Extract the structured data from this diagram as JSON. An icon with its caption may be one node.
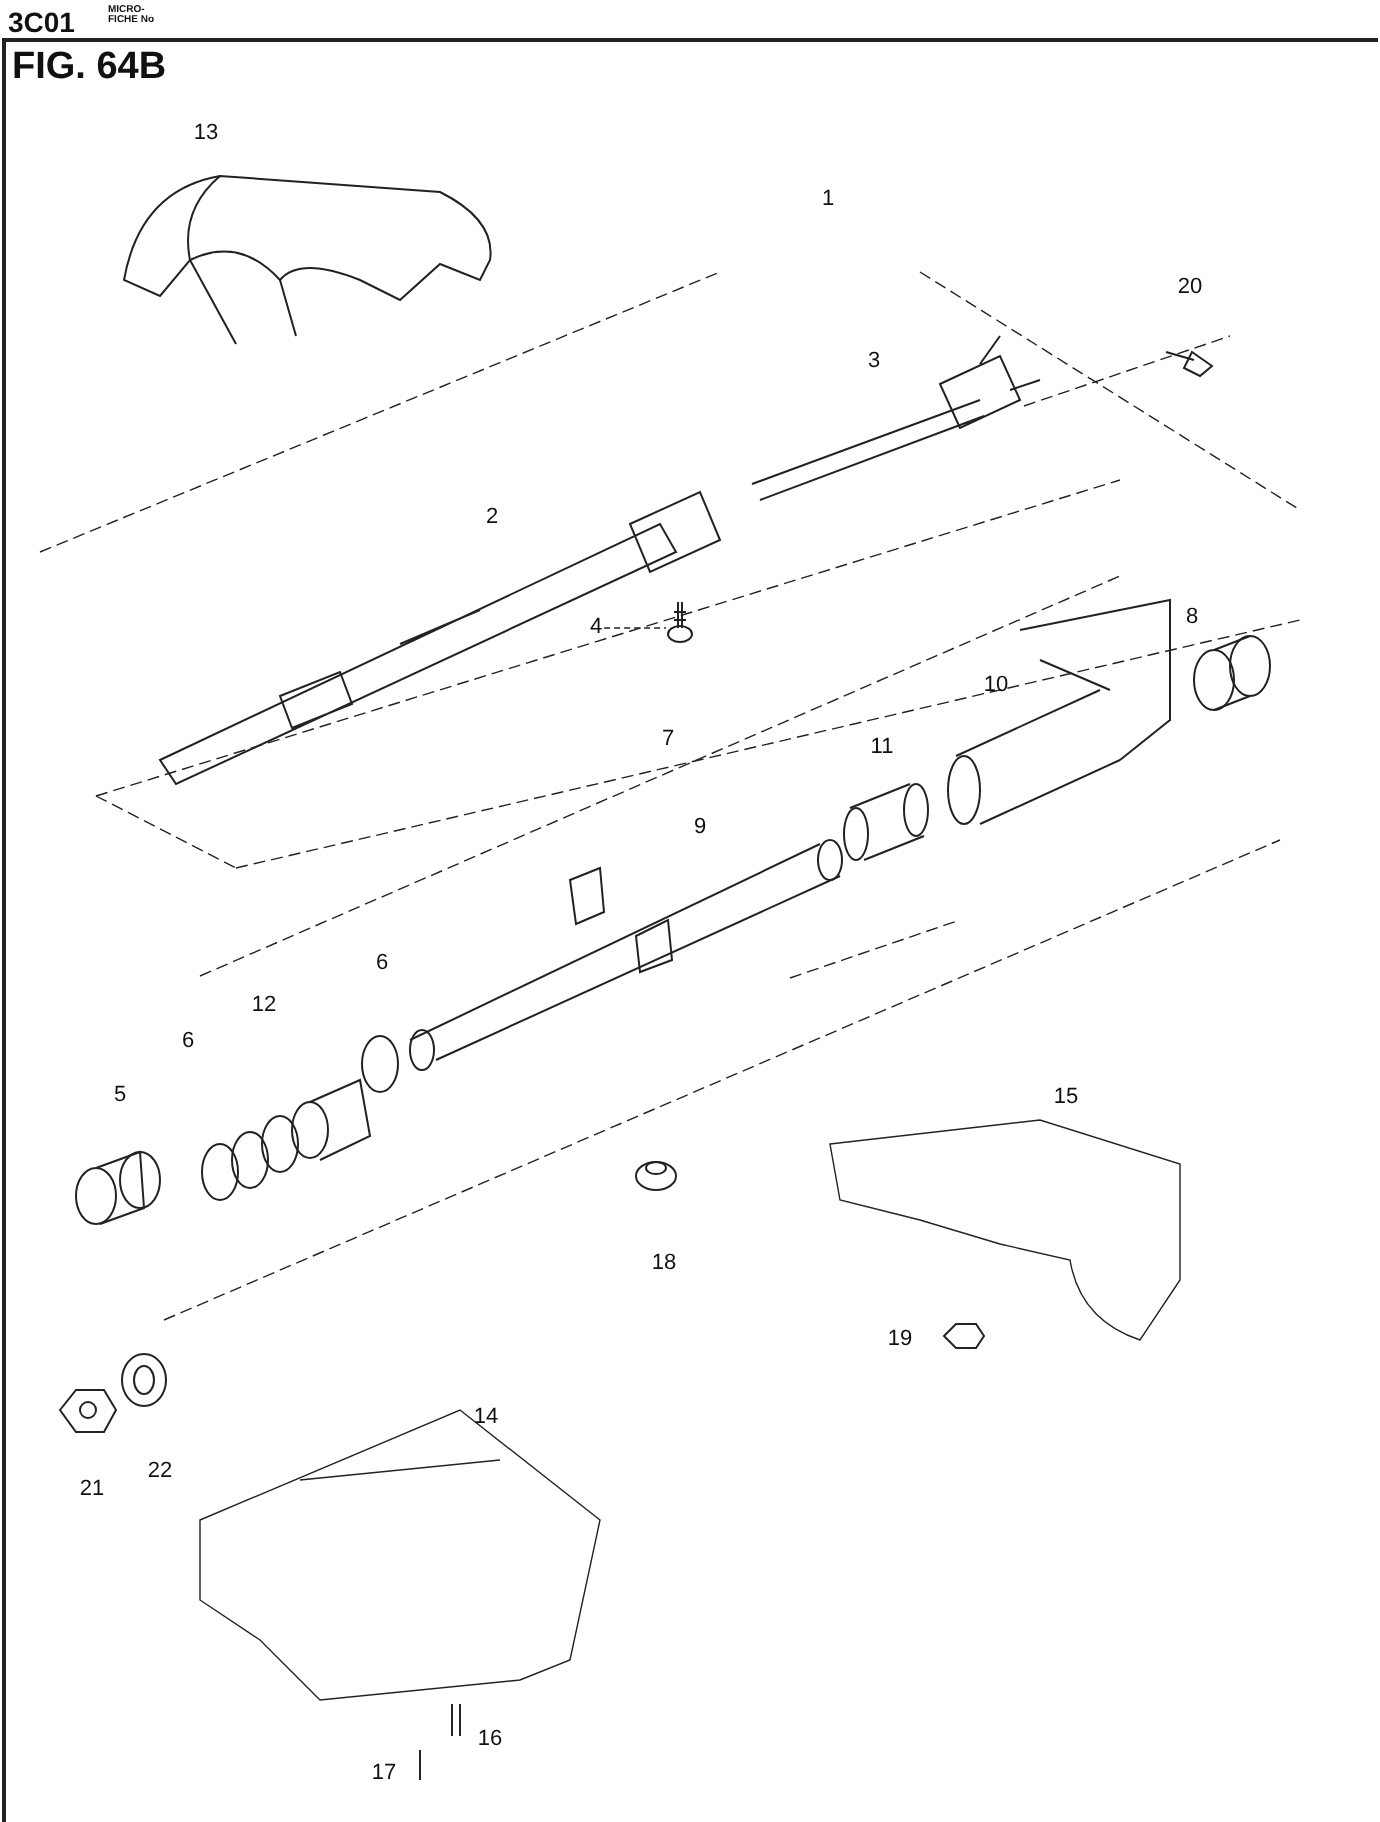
{
  "diagram": {
    "title": "FIG. 64B",
    "nodes": [
      {
        "text": [
          "4"
        ]
      },
      {
        "text": [],
        "shape": "picture"
      }
    ],
    "edges": [
      {
        "from": 0,
        "to": 1,
        "arrow": "none",
        "style": "dashed"
      }
    ],
    "labels": [
      "3C01",
      "MICRO- FICHE No",
      "13",
      "1",
      "20",
      "3",
      "2",
      "8",
      "10",
      "7",
      "11",
      "9",
      "6",
      "12",
      "6",
      "5",
      "15",
      "18",
      "19",
      "14",
      "22",
      "21",
      "16",
      "17"
    ]
  }
}
